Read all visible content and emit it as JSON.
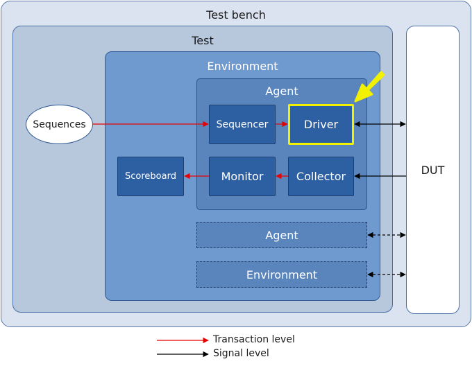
{
  "labels": {
    "test_bench": "Test bench",
    "test": "Test",
    "environment": "Environment",
    "agent": "Agent",
    "sequencer": "Sequencer",
    "driver": "Driver",
    "monitor": "Monitor",
    "collector": "Collector",
    "scoreboard": "Scoreboard",
    "sequences": "Sequences",
    "agent_secondary": "Agent",
    "environment_secondary": "Environment",
    "dut": "DUT"
  },
  "legend": {
    "transaction": "Transaction level",
    "signal": "Signal level"
  },
  "colors": {
    "transaction_arrow": "#e60000",
    "signal_arrow": "#000000",
    "highlight": "#f2f200"
  }
}
